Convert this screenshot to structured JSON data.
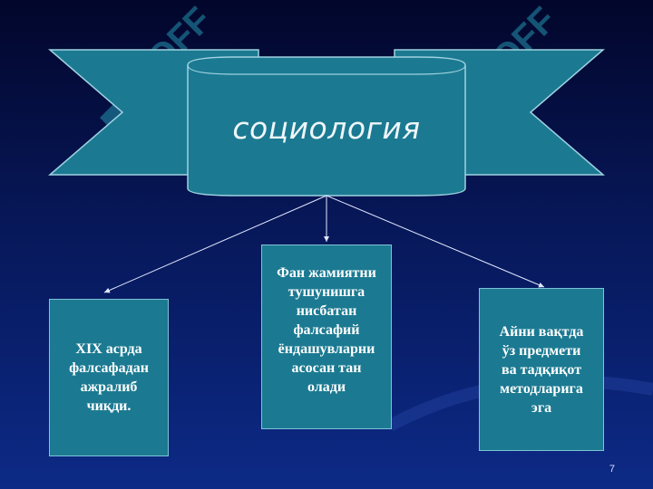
{
  "slide": {
    "title": "социология",
    "boxes": [
      {
        "id": "left",
        "text": "XIX асрда\nфалсафадан\nажралиб\nчиқди."
      },
      {
        "id": "center",
        "text": "Фан жамиятни\nтушунишга\nнисбатан\nфалсафий\nёндашувларни\nасосан тан\nолади"
      },
      {
        "id": "right",
        "text": "Айни вақтда\nўз предмети\nва тадқиқот\nметодларига\nэга"
      }
    ],
    "watermark": "SOFF",
    "page_number": "7"
  },
  "colors": {
    "background_top": "#02062b",
    "background_bottom": "#0c2a86",
    "ribbon": "#1b7a92",
    "ribbon_outline": "#9fd2e0",
    "box_fill": "#1b7a92",
    "text": "#ffffff",
    "watermark": "#2bb0c7"
  }
}
